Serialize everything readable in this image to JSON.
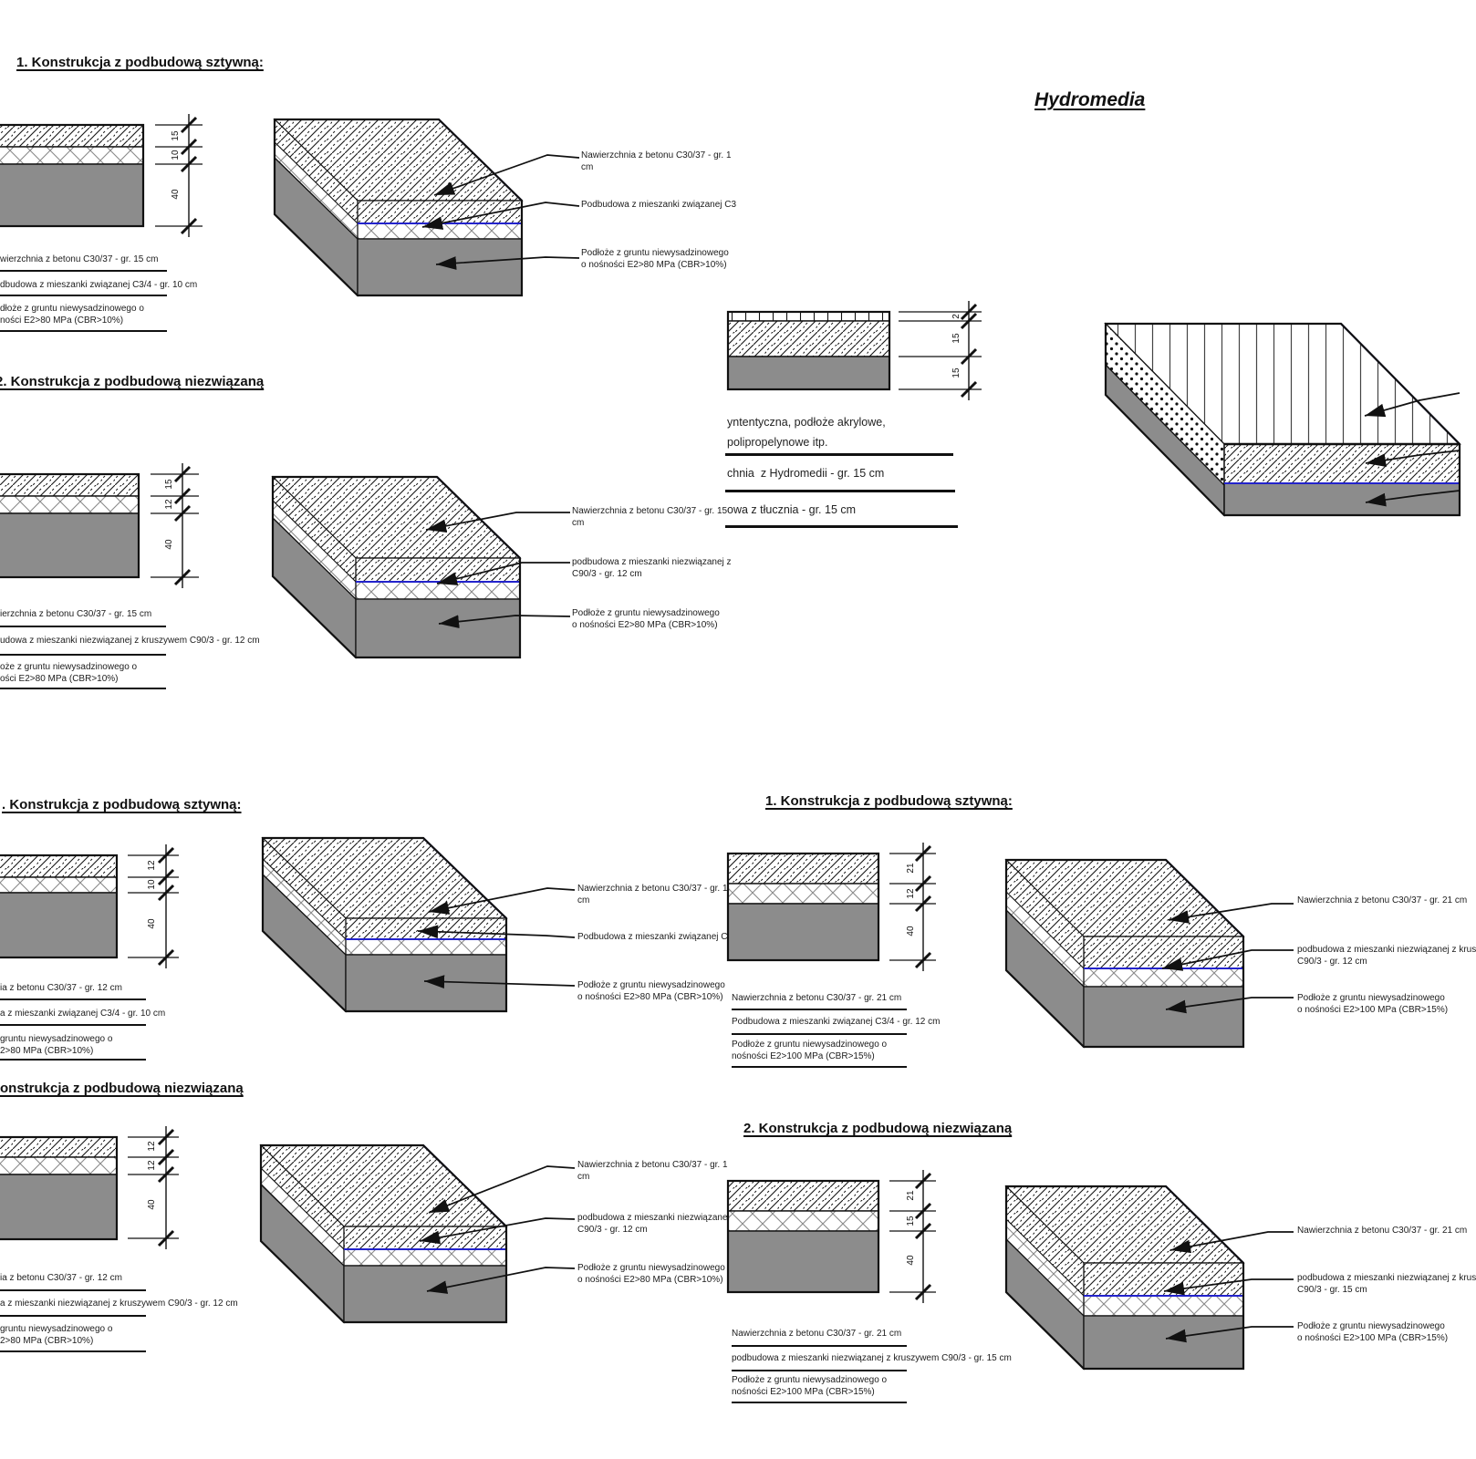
{
  "page": {
    "background": "#ffffff",
    "accent_blue": "#2323cc",
    "subbase_gray": "#8c8c8c"
  },
  "quadrants": {
    "top_left": {
      "sections": [
        {
          "title": "1. Konstrukcja z podbudową sztywną:",
          "dims": [
            "15",
            "10",
            "40"
          ],
          "layer_labels": [
            "wierzchnia z betonu C30/37 - gr. 15 cm",
            "dbudowa z mieszanki związanej C3/4 - gr. 10 cm",
            "dłoże z gruntu niewysadzinowego o\nności E2>80 MPa (CBR>10%)"
          ],
          "iso_labels": [
            "Nawierzchnia z betonu C30/37 - gr. 1\ncm",
            "Podbudowa z mieszanki związanej C3",
            "Podłoże z gruntu niewysadzinowego\no nośności E2>80 MPa (CBR>10%)"
          ]
        },
        {
          "title": "2. Konstrukcja z podbudową niezwiązaną",
          "dims": [
            "15",
            "12",
            "40"
          ],
          "layer_labels": [
            "ierzchnia z betonu C30/37 - gr. 15 cm",
            "udowa z mieszanki niezwiązanej z kruszywem C90/3 - gr. 12 cm",
            "oże z gruntu niewysadzinowego o\ności E2>80 MPa (CBR>10%)"
          ],
          "iso_labels": [
            "Nawierzchnia z betonu C30/37 - gr. 15\ncm",
            "podbudowa z mieszanki niezwiązanej z\nC90/3 - gr. 12 cm",
            "Podłoże z gruntu niewysadzinowego\no nośności E2>80 MPa (CBR>10%)"
          ]
        }
      ]
    },
    "top_right": {
      "title": "Hydromedia",
      "dims": [
        "2",
        "15",
        "15"
      ],
      "layer_labels": [
        "yntentyczna, podłoże akrylowe,\npolipropelynowe itp.",
        "chnia  z Hydromedii - gr. 15 cm",
        "owa z tłucznia - gr. 15 cm"
      ]
    },
    "bottom_left": {
      "sections": [
        {
          "title": ". Konstrukcja z podbudową sztywną:",
          "dims": [
            "12",
            "10",
            "40"
          ],
          "layer_labels": [
            "ia z betonu C30/37 - gr. 12 cm",
            "a z mieszanki związanej C3/4 - gr. 10 cm",
            "gruntu niewysadzinowego o\n2>80 MPa (CBR>10%)"
          ],
          "iso_labels": [
            "Nawierzchnia z betonu C30/37 - gr. 1\ncm",
            "Podbudowa z mieszanki związanej C",
            "Podłoże z gruntu niewysadzinowego\no nośności E2>80 MPa (CBR>10%)"
          ]
        },
        {
          "title": "onstrukcja z podbudową niezwiązaną",
          "dims": [
            "12",
            "12",
            "40"
          ],
          "layer_labels": [
            "ia z betonu C30/37 - gr. 12 cm",
            "a z mieszanki niezwiązanej z kruszywem C90/3 - gr. 12 cm",
            "gruntu niewysadzinowego o\n2>80 MPa (CBR>10%)"
          ],
          "iso_labels": [
            "Nawierzchnia z betonu C30/37 - gr. 1\ncm",
            "podbudowa z mieszanki niezwiązane\nC90/3 - gr. 12 cm",
            "Podłoże z gruntu niewysadzinowego\no nośności E2>80 MPa (CBR>10%)"
          ]
        }
      ]
    },
    "bottom_right": {
      "sections": [
        {
          "title": "1. Konstrukcja z podbudową sztywną:",
          "dims": [
            "21",
            "12",
            "40"
          ],
          "layer_labels": [
            "Nawierzchnia z betonu C30/37 - gr. 21 cm",
            "Podbudowa z mieszanki związanej C3/4 - gr. 12 cm",
            "Podłoże z gruntu niewysadzinowego o\nnośności E2>100 MPa (CBR>15%)"
          ],
          "iso_labels": [
            "Nawierzchnia z betonu C30/37 - gr. 21 cm",
            "podbudowa z mieszanki niezwiązanej z krus\nC90/3 - gr. 12 cm",
            "Podłoże z gruntu niewysadzinowego\no nośności E2>100 MPa (CBR>15%)"
          ]
        },
        {
          "title": "2. Konstrukcja z podbudową niezwiązaną",
          "dims": [
            "21",
            "15",
            "40"
          ],
          "layer_labels": [
            "Nawierzchnia z betonu C30/37 - gr. 21 cm",
            "podbudowa z mieszanki niezwiązanej z kruszywem C90/3 - gr. 15 cm",
            "Podłoże z gruntu niewysadzinowego o\nnośności E2>100 MPa (CBR>15%)"
          ],
          "iso_labels": [
            "Nawierzchnia z betonu C30/37 - gr. 21 cm",
            "podbudowa z mieszanki niezwiązanej z krus\nC90/3 - gr. 15 cm",
            "Podłoże z gruntu niewysadzinowego\no nośności E2>100 MPa (CBR>15%)"
          ]
        }
      ]
    }
  }
}
